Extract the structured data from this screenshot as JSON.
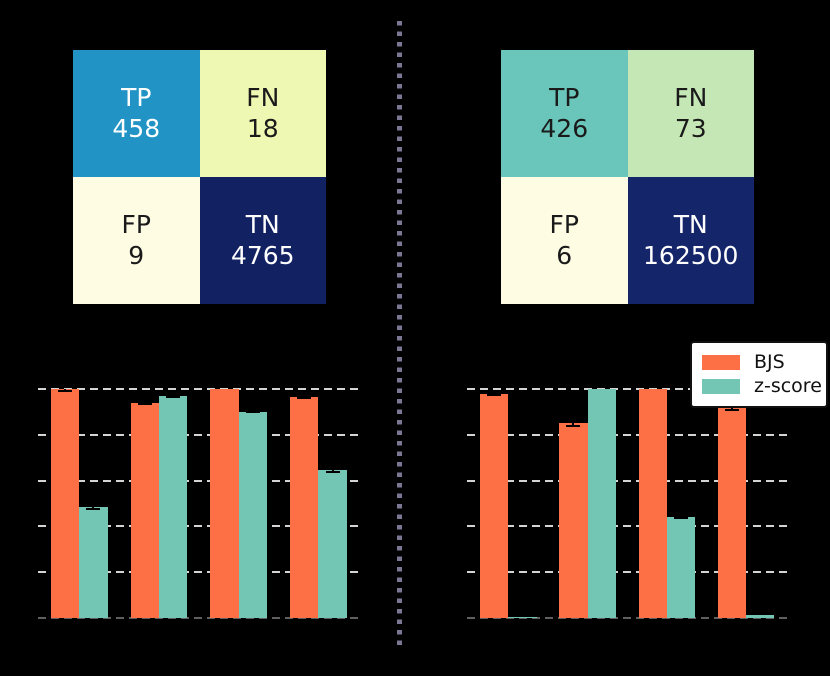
{
  "figure": {
    "background": "#000000",
    "divider_color": "#7b7795",
    "gridline_color": "#d4d4d4"
  },
  "matrices": [
    {
      "side": "left",
      "cells": [
        {
          "label": "TP",
          "value": "458",
          "bg": "#2193c4",
          "fg": "#ffffff"
        },
        {
          "label": "FN",
          "value": "18",
          "bg": "#eef8b2",
          "fg": "#1a1a1a"
        },
        {
          "label": "FP",
          "value": "9",
          "bg": "#fffce4",
          "fg": "#1a1a1a"
        },
        {
          "label": "TN",
          "value": "4765",
          "bg": "#112162",
          "fg": "#ffffff"
        }
      ]
    },
    {
      "side": "right",
      "cells": [
        {
          "label": "TP",
          "value": "426",
          "bg": "#6ac6bb",
          "fg": "#1a1a1a"
        },
        {
          "label": "FN",
          "value": "73",
          "bg": "#c5e7b5",
          "fg": "#1a1a1a"
        },
        {
          "label": "FP",
          "value": "6",
          "bg": "#fffce4",
          "fg": "#1a1a1a"
        },
        {
          "label": "TN",
          "value": "162500",
          "bg": "#152569",
          "fg": "#ffffff"
        }
      ]
    }
  ],
  "legend": {
    "items": [
      {
        "label": "BJS",
        "color": "#fd7046"
      },
      {
        "label": "z-score",
        "color": "#73c6b4"
      }
    ]
  },
  "chart_data": [
    {
      "type": "bar",
      "panel": "bottom-left",
      "categories": [
        "",
        "",
        "",
        ""
      ],
      "series": [
        {
          "name": "BJS",
          "color": "#fd7046",
          "values": [
            1.0,
            0.94,
            1.0,
            0.965
          ],
          "errors": [
            0.012,
            0.012,
            0.005,
            0.008
          ]
        },
        {
          "name": "z-score",
          "color": "#73c6b4",
          "values": [
            0.483,
            0.97,
            0.9,
            0.645
          ],
          "errors": [
            0.012,
            0.008,
            0.006,
            0.012
          ]
        }
      ],
      "ylim": [
        0,
        1.05
      ],
      "gridlines": [
        1.0,
        0.8,
        0.6,
        0.4,
        0.2
      ],
      "grid_style": "dashed",
      "legend_position": "none",
      "xlabel": "",
      "ylabel": "",
      "title": ""
    },
    {
      "type": "bar",
      "panel": "bottom-right",
      "categories": [
        "",
        "",
        "",
        ""
      ],
      "series": [
        {
          "name": "BJS",
          "color": "#fd7046",
          "values": [
            0.98,
            0.85,
            1.0,
            0.915
          ],
          "errors": [
            0.01,
            0.015,
            0.003,
            0.012
          ]
        },
        {
          "name": "z-score",
          "color": "#73c6b4",
          "values": [
            0.006,
            1.0,
            0.44,
            0.012
          ],
          "errors": [
            0.002,
            0.003,
            0.006,
            0.002
          ]
        }
      ],
      "ylim": [
        0,
        1.05
      ],
      "gridlines": [
        1.0,
        0.8,
        0.6,
        0.4,
        0.2
      ],
      "grid_style": "dashed",
      "legend_position": "upper right",
      "xlabel": "",
      "ylabel": "",
      "title": ""
    }
  ]
}
